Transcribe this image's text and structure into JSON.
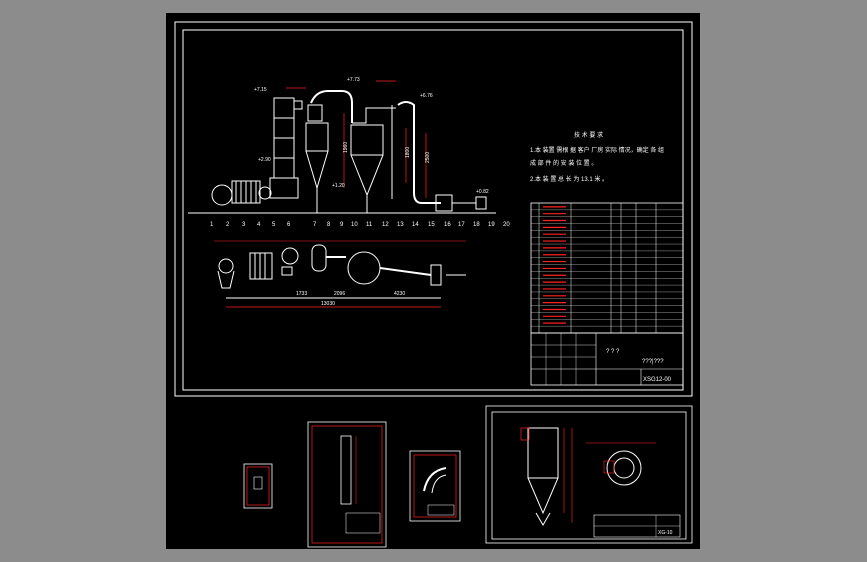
{
  "main_drawing": {
    "levels": [
      "+7.15",
      "+7.73",
      "+6.76",
      "+2.90",
      "+1.20",
      "+0.82"
    ],
    "part_numbers": [
      "1",
      "2",
      "3",
      "4",
      "5",
      "6",
      "7",
      "8",
      "9",
      "10",
      "11",
      "12",
      "13",
      "14",
      "15",
      "16",
      "17",
      "18",
      "19",
      "20"
    ],
    "plan_dimensions": [
      "1733",
      "2096",
      "4230",
      "13030"
    ],
    "vertical_dimensions": [
      "1960",
      "1800",
      "2500"
    ]
  },
  "tech_requirements": {
    "title": "技 术 要 求",
    "lines": [
      "1.本 装置 需根 据 客户 厂房 实际 情况，确定 各 组",
      "成 部 件 的 安 装 位 置 。",
      "2.本 装 置 总 长 为 13.1 米 。"
    ]
  },
  "title_block": {
    "title_placeholder": "? ? ?",
    "name_placeholder": "???|???",
    "drawing_number": "XSG12-00"
  },
  "cyclone_sheet": {
    "drawing_number": "XG-10"
  },
  "colors": {
    "background": "#000000",
    "line": "#ffffff",
    "annotation": "#ff2020",
    "border": "#ffffff",
    "viewport_bg": "#8c8c8c"
  }
}
